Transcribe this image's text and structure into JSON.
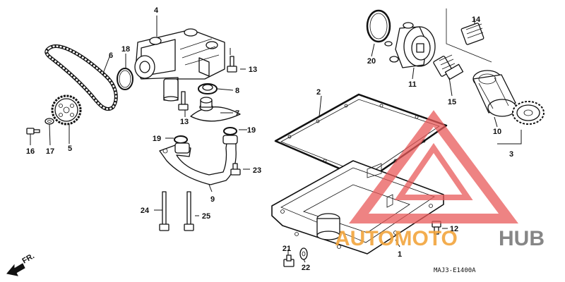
{
  "diagram": {
    "code": "MAJ3-E1400A",
    "direction_label": "FR.",
    "callouts": [
      "1",
      "2",
      "3",
      "4",
      "5",
      "6",
      "7",
      "8",
      "9",
      "10",
      "11",
      "12",
      "13",
      "13",
      "14",
      "15",
      "16",
      "17",
      "18",
      "19",
      "19",
      "20",
      "21",
      "22",
      "23",
      "24",
      "25"
    ]
  },
  "watermark": {
    "brand_left": "AUTOMOTO",
    "brand_right": "HUB",
    "color_primary": "#f2a53c",
    "color_secondary": "#7a7a7a",
    "color_triangle": "#e85a5a"
  }
}
